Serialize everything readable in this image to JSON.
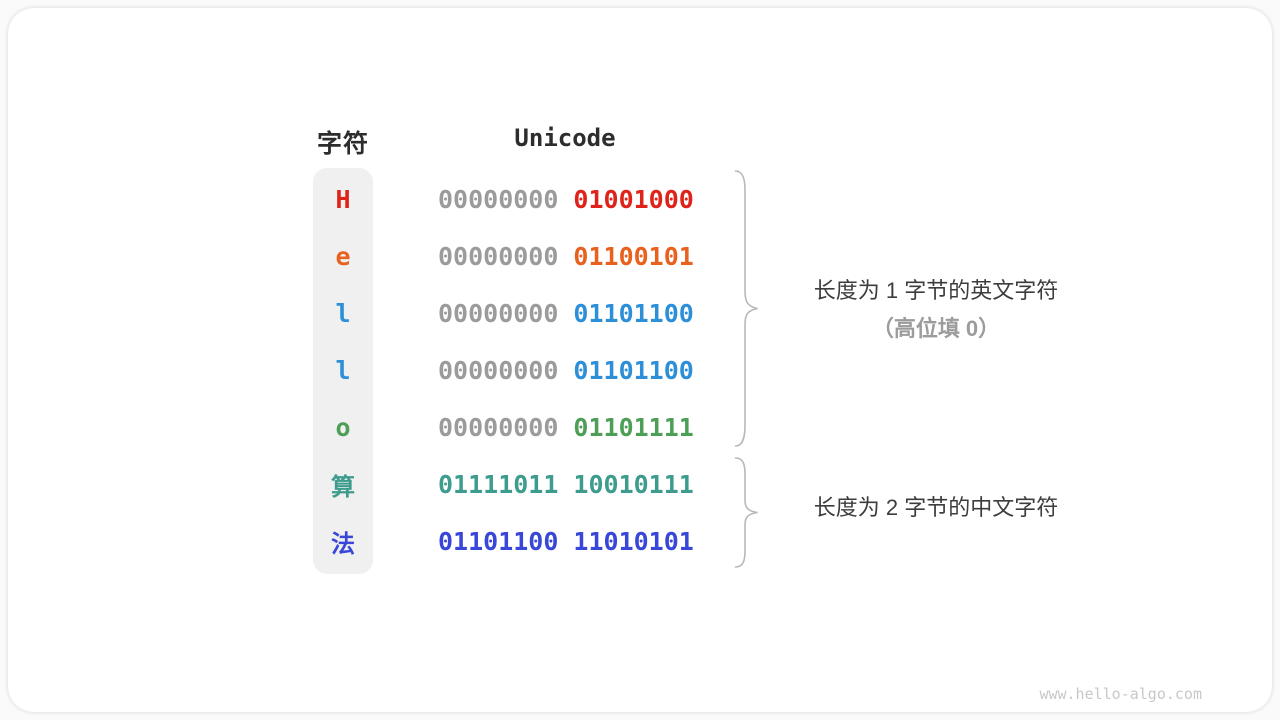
{
  "table": {
    "char_header": "字符",
    "code_header": "Unicode",
    "rows": [
      {
        "char": "H",
        "char_color": "#e0231a",
        "byte1": "00000000",
        "byte1_color": "#9b9b9b",
        "byte2": "01001000",
        "byte2_color": "#e0231a"
      },
      {
        "char": "e",
        "char_color": "#e8611f",
        "byte1": "00000000",
        "byte1_color": "#9b9b9b",
        "byte2": "01100101",
        "byte2_color": "#e8611f"
      },
      {
        "char": "l",
        "char_color": "#2c8fd8",
        "byte1": "00000000",
        "byte1_color": "#9b9b9b",
        "byte2": "01101100",
        "byte2_color": "#2c8fd8"
      },
      {
        "char": "l",
        "char_color": "#2c8fd8",
        "byte1": "00000000",
        "byte1_color": "#9b9b9b",
        "byte2": "01101100",
        "byte2_color": "#2c8fd8"
      },
      {
        "char": "o",
        "char_color": "#4d9e57",
        "byte1": "00000000",
        "byte1_color": "#9b9b9b",
        "byte2": "01101111",
        "byte2_color": "#4d9e57"
      },
      {
        "char": "算",
        "char_color": "#3d9c8d",
        "byte1": "01111011",
        "byte1_color": "#3d9c8d",
        "byte2": "10010111",
        "byte2_color": "#3d9c8d"
      },
      {
        "char": "法",
        "char_color": "#3847d8",
        "byte1": "01101100",
        "byte1_color": "#3847d8",
        "byte2": "11010101",
        "byte2_color": "#3847d8"
      }
    ]
  },
  "annotations": {
    "group1_line1": "长度为 1 字节的英文字符",
    "group1_line2": "（高位填 0）",
    "group2_line1": "长度为 2 字节的中文字符"
  },
  "colors": {
    "gray_bits": "#9b9b9b",
    "header_text": "#2d2d2d",
    "annotation_dark": "#3d3d3d",
    "annotation_gray": "#9c9c9c",
    "brace": "#b8b8b8",
    "char_column_bg": "#f0f0f0"
  },
  "footer": {
    "url": "www.hello-algo.com"
  }
}
